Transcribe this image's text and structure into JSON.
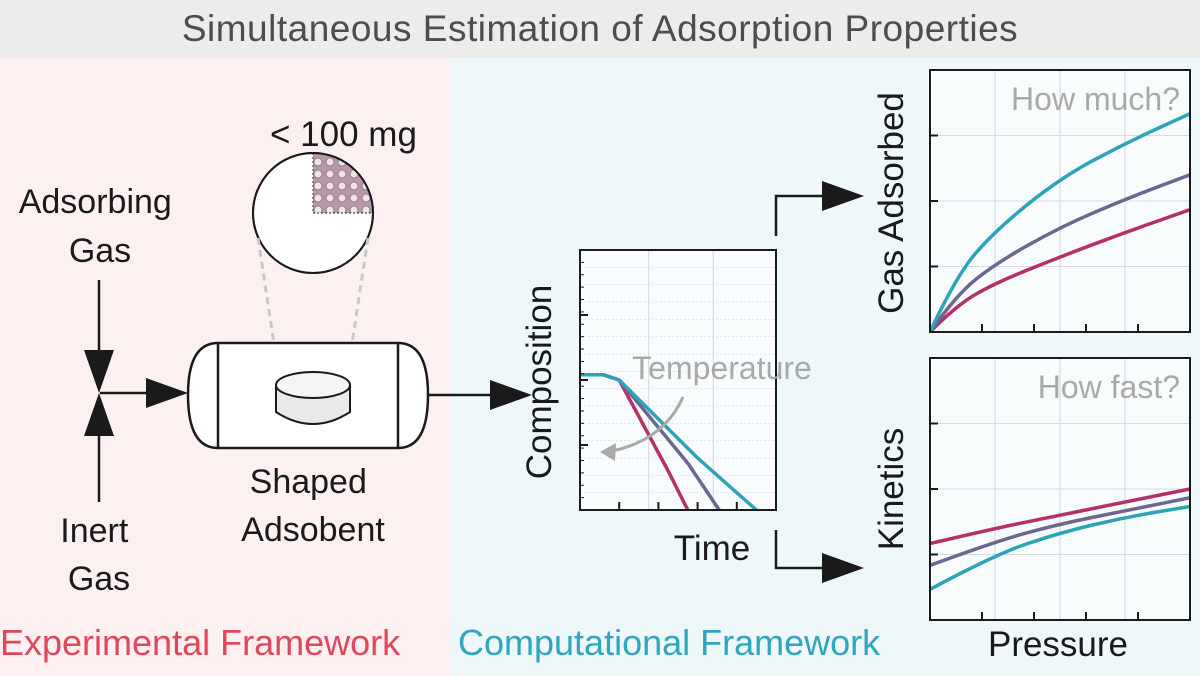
{
  "title": "Simultaneous Estimation of Adsorption Properties",
  "experimental": {
    "footer": "Experimental Framework",
    "sample_mass": "< 100 mg",
    "adsorbing_gas": [
      "Adsorbing",
      "Gas"
    ],
    "inert_gas": [
      "Inert",
      "Gas"
    ],
    "adsorbent": [
      "Shaped",
      "Adsobent"
    ]
  },
  "computational": {
    "footer": "Computational Framework"
  },
  "colors": {
    "experimental": "#e0475a",
    "computational": "#2fa6bd",
    "series_magenta": "#b5306b",
    "series_purple": "#6c6690",
    "series_teal": "#2ba3b8",
    "annotation_gray": "#a9a9a9"
  },
  "chart_data": [
    {
      "type": "line",
      "xlabel": "Time",
      "ylabel": "Composition",
      "annotation": "Temperature",
      "grid": true,
      "series": [
        {
          "color": "#b5306b",
          "x": [
            0,
            0.12,
            0.2,
            0.45,
            0.55
          ],
          "y": [
            0.52,
            0.52,
            0.5,
            0.15,
            0.0
          ]
        },
        {
          "color": "#6c6690",
          "x": [
            0,
            0.12,
            0.2,
            0.55,
            0.71
          ],
          "y": [
            0.52,
            0.52,
            0.5,
            0.18,
            0.0
          ]
        },
        {
          "color": "#2ba3b8",
          "x": [
            0,
            0.12,
            0.2,
            0.6,
            0.9
          ],
          "y": [
            0.52,
            0.52,
            0.5,
            0.2,
            0.0
          ]
        }
      ]
    },
    {
      "type": "line",
      "ylabel": "Gas Adsorbed",
      "annotation": "How much?",
      "grid": true,
      "series": [
        {
          "color": "#b5306b",
          "x": [
            0,
            0.1,
            0.25,
            0.5,
            0.75,
            1.0
          ],
          "y": [
            0,
            0.15,
            0.28,
            0.43,
            0.57,
            0.7
          ]
        },
        {
          "color": "#6c6690",
          "x": [
            0,
            0.1,
            0.25,
            0.5,
            0.75,
            1.0
          ],
          "y": [
            0,
            0.21,
            0.39,
            0.6,
            0.76,
            0.9
          ]
        },
        {
          "color": "#2ba3b8",
          "x": [
            0,
            0.1,
            0.25,
            0.5,
            0.75,
            1.0
          ],
          "y": [
            0,
            0.32,
            0.58,
            0.88,
            1.08,
            1.25
          ]
        }
      ]
    },
    {
      "type": "line",
      "xlabel": "Pressure",
      "ylabel": "Kinetics",
      "annotation": "How fast?",
      "grid": true,
      "series": [
        {
          "color": "#b5306b",
          "x": [
            0,
            0.25,
            0.5,
            0.75,
            1.0
          ],
          "y": [
            0.35,
            0.42,
            0.48,
            0.54,
            0.6
          ]
        },
        {
          "color": "#6c6690",
          "x": [
            0,
            0.25,
            0.5,
            0.75,
            1.0
          ],
          "y": [
            0.25,
            0.36,
            0.44,
            0.5,
            0.56
          ]
        },
        {
          "color": "#2ba3b8",
          "x": [
            0,
            0.25,
            0.5,
            0.75,
            1.0
          ],
          "y": [
            0.14,
            0.3,
            0.4,
            0.47,
            0.52
          ]
        }
      ]
    }
  ]
}
